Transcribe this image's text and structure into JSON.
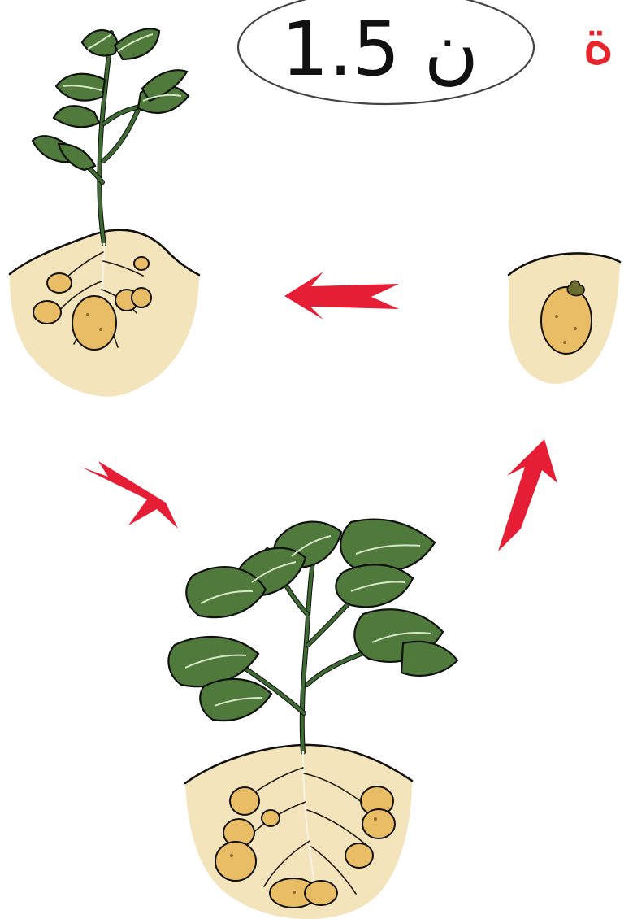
{
  "header": {
    "score_text": "1.5 ن",
    "red_glyph": "ة"
  },
  "colors": {
    "accent_red": "#e51e35",
    "leaf_green": "#4f7a3b",
    "soil_beige": "#f4e4bb",
    "tuber_tan": "#e8bd66"
  },
  "diagram": {
    "stages": [
      "potato-plant-young",
      "potato-plant-mature",
      "seed-potato-tuber"
    ],
    "flow": [
      "seed-potato-tuber",
      "potato-plant-young",
      "potato-plant-mature",
      "seed-potato-tuber"
    ]
  }
}
